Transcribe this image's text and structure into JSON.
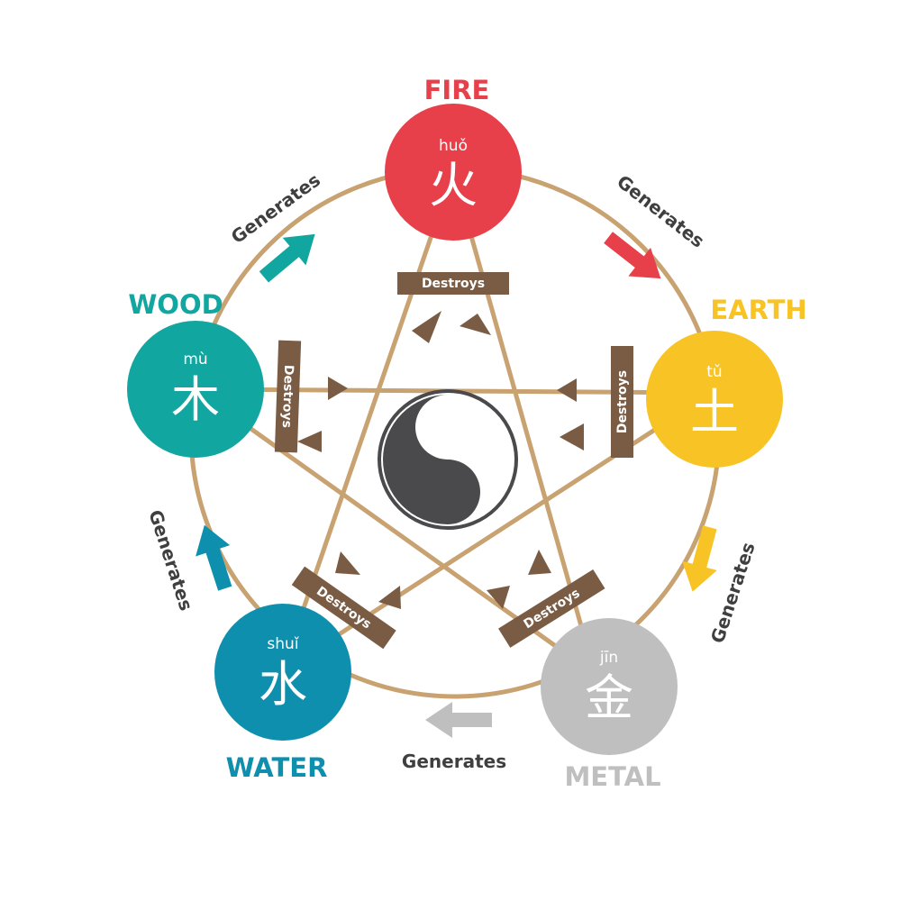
{
  "colors": {
    "fire": "#e8404a",
    "earth": "#f7c325",
    "metal": "#bfbfbf",
    "water": "#0f8fae",
    "wood": "#12a6a0",
    "line": "#c8a270",
    "brown": "#7a5c44",
    "label": "#3f3f3f",
    "yinyang_dark": "#4a4a4c"
  },
  "elements": {
    "fire": {
      "name": "FIRE",
      "pinyin": "huǒ",
      "hanzi": "火"
    },
    "earth": {
      "name": "EARTH",
      "pinyin": "tǔ",
      "hanzi": "土"
    },
    "metal": {
      "name": "METAL",
      "pinyin": "jīn",
      "hanzi": "金"
    },
    "water": {
      "name": "WATER",
      "pinyin": "shuǐ",
      "hanzi": "水"
    },
    "wood": {
      "name": "WOOD",
      "pinyin": "mù",
      "hanzi": "木"
    }
  },
  "generates_label": "Generates",
  "destroys_label": "Destroys",
  "generates_cycle": [
    "wood→fire",
    "fire→earth",
    "earth→metal",
    "metal→water",
    "water→wood"
  ],
  "destroys_cycle": [
    "fire→metal",
    "metal→wood",
    "wood→earth",
    "earth→water",
    "water→fire"
  ],
  "center_icon": "yin-yang-icon"
}
